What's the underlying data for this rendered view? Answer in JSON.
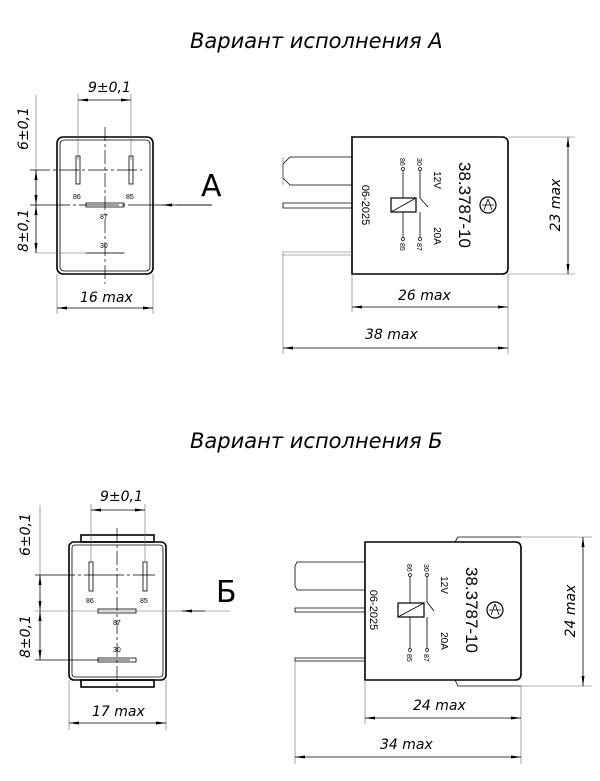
{
  "variant_a": {
    "title": "Вариант исполнения  А",
    "view_letter": "А",
    "pin_spacing": "9±0,1",
    "dim_upper": "6±0,1",
    "dim_lower": "8±0,1",
    "width": "16 max",
    "height": "23 max",
    "body_length": "26 max",
    "total_length": "38 max",
    "pins": {
      "p86": "86",
      "p85": "85",
      "p87": "87",
      "p30": "30"
    },
    "marking": {
      "part_number": "38.3787-10",
      "voltage": "12V",
      "current": "20A",
      "date": "06-2025"
    }
  },
  "variant_b": {
    "title": "Вариант исполнения  Б",
    "view_letter": "Б",
    "pin_spacing": "9±0,1",
    "dim_upper": "6±0,1",
    "dim_lower": "8±0,1",
    "width": "17 max",
    "height": "24 max",
    "body_length": "24 max",
    "total_length": "34 max",
    "pins": {
      "p86": "86",
      "p85": "85",
      "p87": "87",
      "p30": "30"
    },
    "marking": {
      "part_number": "38.3787-10",
      "voltage": "12V",
      "current": "20A",
      "date": "06-2025"
    }
  }
}
